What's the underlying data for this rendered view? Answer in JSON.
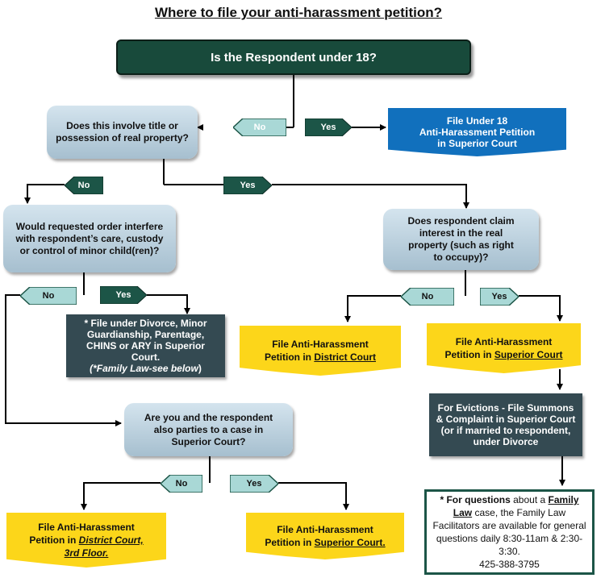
{
  "title": "Where to file your anti-harassment petition?",
  "colors": {
    "question": "#b7cedb",
    "dark": "#344a52",
    "top": "#184a3b",
    "blue": "#1170bd",
    "yellow": "#fcd61a",
    "tag": "#a9d8d6"
  },
  "nodes": {
    "q_under18": "Is the Respondent under 18?",
    "q_property": "Does this involve title or possession of real property?",
    "r_under18_a": "File Under 18",
    "r_under18_b": "Anti-Harassment Petition",
    "r_under18_c": "in Superior Court",
    "q_children": "Would requested order interfere with respondent’s care, custody or control of minor child(ren)?",
    "q_claim": "Does respondent claim interest in the real property (such as right to occupy)?",
    "r_divorce_a": "* File under Divorce, Minor Guardianship, Parentage, CHINS or ARY in Superior Court.",
    "r_divorce_b": "(*Family Law-see below",
    "r_divorce_c": ")",
    "r_district1_a": "File Anti-Harassment",
    "r_district1_b": "Petition in ",
    "r_district1_c": "District Court",
    "r_superior1_a": "File Anti-Harassment",
    "r_superior1_b": "Petition in ",
    "r_superior1_c": "Superior Court",
    "r_evictions": "For Evictions - File Summons & Complaint in Superior Court (or if married to respondent, under Divorce",
    "q_parties": "Are you and the respondent also parties to a case in Superior Court?",
    "r_district2_a": "File Anti-Harassment",
    "r_district2_b": "Petition in ",
    "r_district2_c": "District Court,",
    "r_district2_d": "3rd Floor.",
    "r_superior2_a": "File Anti-Harassment",
    "r_superior2_b": "Petition in ",
    "r_superior2_c": "Superior Court.",
    "info_a": "* For questions",
    "info_b": " about a",
    "info_c": "Family Law",
    "info_d": " case, the Family Law Facilitators are available for general questions daily 8:30-11am & 2:30-3:30.",
    "info_e": "425-388-3795"
  },
  "labels": {
    "no": "No",
    "yes": "Yes"
  }
}
